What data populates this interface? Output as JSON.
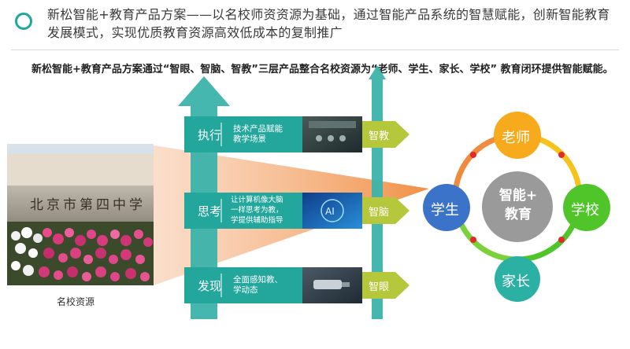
{
  "header": {
    "title": "新松智能+教育产品方案——以名校师资资源为基础，通过智能产品系统的智慧赋能，创新智能教育发展模式，实现优质教育资源高效低成本的复制推广"
  },
  "intro": {
    "text": "新松智能+教育产品方案通过“智眼、智脑、智教”三层产品整合名校资源为“老师、学生、家长、学校” 教育闭环提供智能赋能。"
  },
  "photo": {
    "sign": "北京市第四中学",
    "caption": "名校资源"
  },
  "layers": [
    {
      "label": "执行",
      "desc": [
        "技术产品赋能",
        "教学场景"
      ],
      "tag": "智教"
    },
    {
      "label": "思考",
      "desc": [
        "让计算机像大脑",
        "一样思考为教，",
        "学提供辅助指导"
      ],
      "tag": "智脑"
    },
    {
      "label": "发现",
      "desc": [
        "全面感知教、",
        "学动态"
      ],
      "tag": "智眼"
    }
  ],
  "cycle": {
    "center": [
      "智能+",
      "教育"
    ],
    "nodes": {
      "top": "老师",
      "right": "学校",
      "bottom": "家长",
      "left": "学生"
    }
  },
  "colors": {
    "accent": "#1ea79b",
    "arrow": "#3bb3ab",
    "label_box": "#23a79c",
    "tag_arrow": "#b5c73a",
    "beam": "#f4a66a",
    "teacher": "#f6aa1c",
    "school": "#4fc52a",
    "parent": "#2bb0a4",
    "student": "#3b73c9",
    "center": "#9a9a9a",
    "ring_marker": "#e32a2a"
  }
}
